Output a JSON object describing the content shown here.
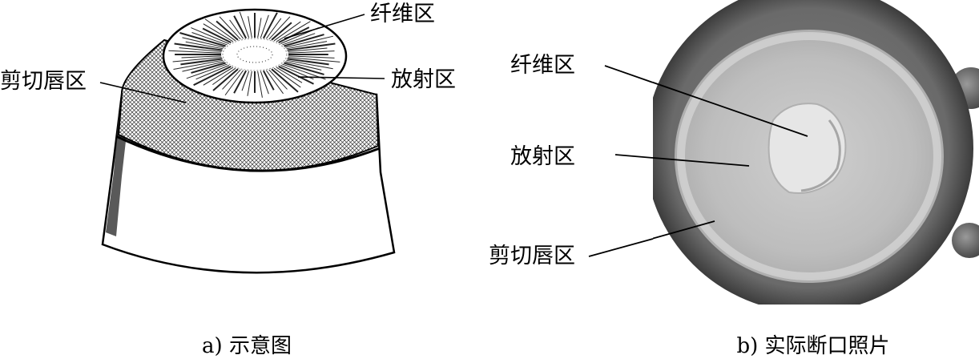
{
  "panel_a": {
    "labels": {
      "fiber": "纤维区",
      "radial": "放射区",
      "shear": "剪切唇区"
    },
    "caption": "a) 示意图"
  },
  "panel_b": {
    "labels": {
      "fiber": "纤维区",
      "radial": "放射区",
      "shear": "剪切唇区"
    },
    "caption": "b) 实际断口照片"
  }
}
